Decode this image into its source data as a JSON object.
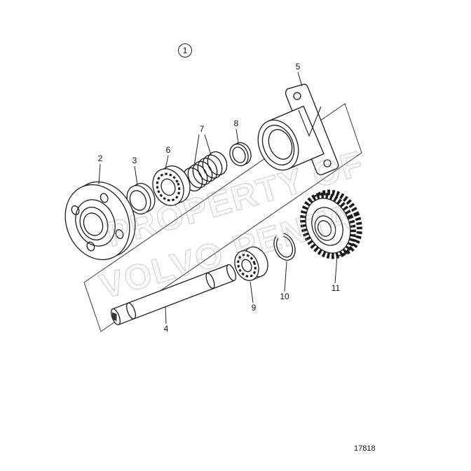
{
  "figure": {
    "doc_number": "17818",
    "watermark": {
      "line1": "PROPERTY OF",
      "line2": "VOLVO PENTA"
    },
    "callouts": {
      "n1": "1",
      "n2": "2",
      "n3": "3",
      "n4": "4",
      "n5": "5",
      "n6": "6",
      "n7": "7",
      "n8": "8",
      "n9": "9",
      "n10": "10",
      "n11": "11"
    }
  }
}
